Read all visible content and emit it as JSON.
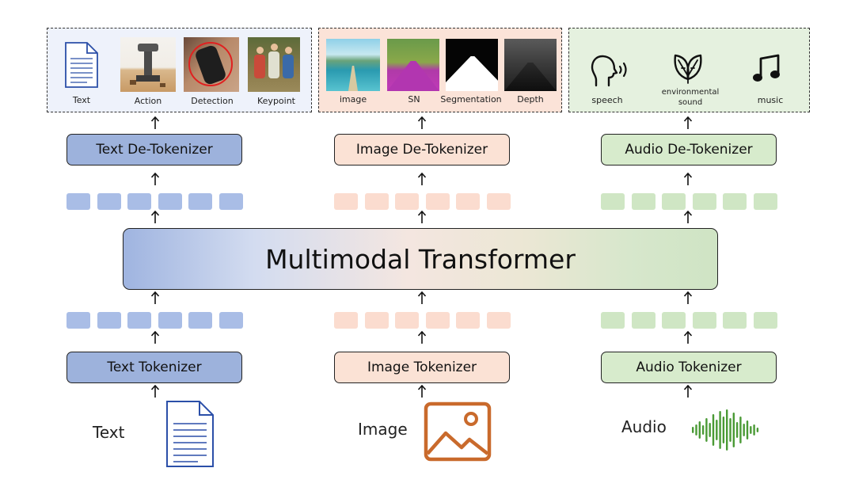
{
  "colors": {
    "text_blue": "#a9bde6",
    "text_box": "#9db2dc",
    "image_peach": "#fbdccf",
    "image_box": "#fbe2d5",
    "audio_green": "#cfe6c4",
    "audio_box": "#d7ebcc",
    "image_icon": "#c96a2c",
    "audio_icon": "#4a9a35",
    "doc_icon": "#2b4fa8"
  },
  "outputs": {
    "text": [
      {
        "label": "Text",
        "icon": "document-icon"
      },
      {
        "label": "Action",
        "icon": "robot-arm-photo"
      },
      {
        "label": "Detection",
        "icon": "detection-photo"
      },
      {
        "label": "Keypoint",
        "icon": "keypoint-photo"
      }
    ],
    "image": [
      {
        "label": "image",
        "icon": "landscape-photo"
      },
      {
        "label": "SN",
        "icon": "surface-normal-map"
      },
      {
        "label": "Segmentation",
        "icon": "segmentation-mask"
      },
      {
        "label": "Depth",
        "icon": "depth-map"
      }
    ],
    "audio": [
      {
        "label": "speech",
        "icon": "speaking-head-icon"
      },
      {
        "label": "environmental sound",
        "icon": "leaves-icon"
      },
      {
        "label": "music",
        "icon": "music-note-icon"
      }
    ]
  },
  "detokenizers": {
    "text": "Text De-Tokenizer",
    "image": "Image De-Tokenizer",
    "audio": "Audio De-Tokenizer"
  },
  "transformer_label": "Multimodal Transformer",
  "tokenizers": {
    "text": "Text Tokenizer",
    "image": "Image Tokenizer",
    "audio": "Audio Tokenizer"
  },
  "inputs": {
    "text": {
      "label": "Text",
      "icon": "document-icon"
    },
    "image": {
      "label": "Image",
      "icon": "picture-icon"
    },
    "audio": {
      "label": "Audio",
      "icon": "waveform-icon"
    }
  }
}
